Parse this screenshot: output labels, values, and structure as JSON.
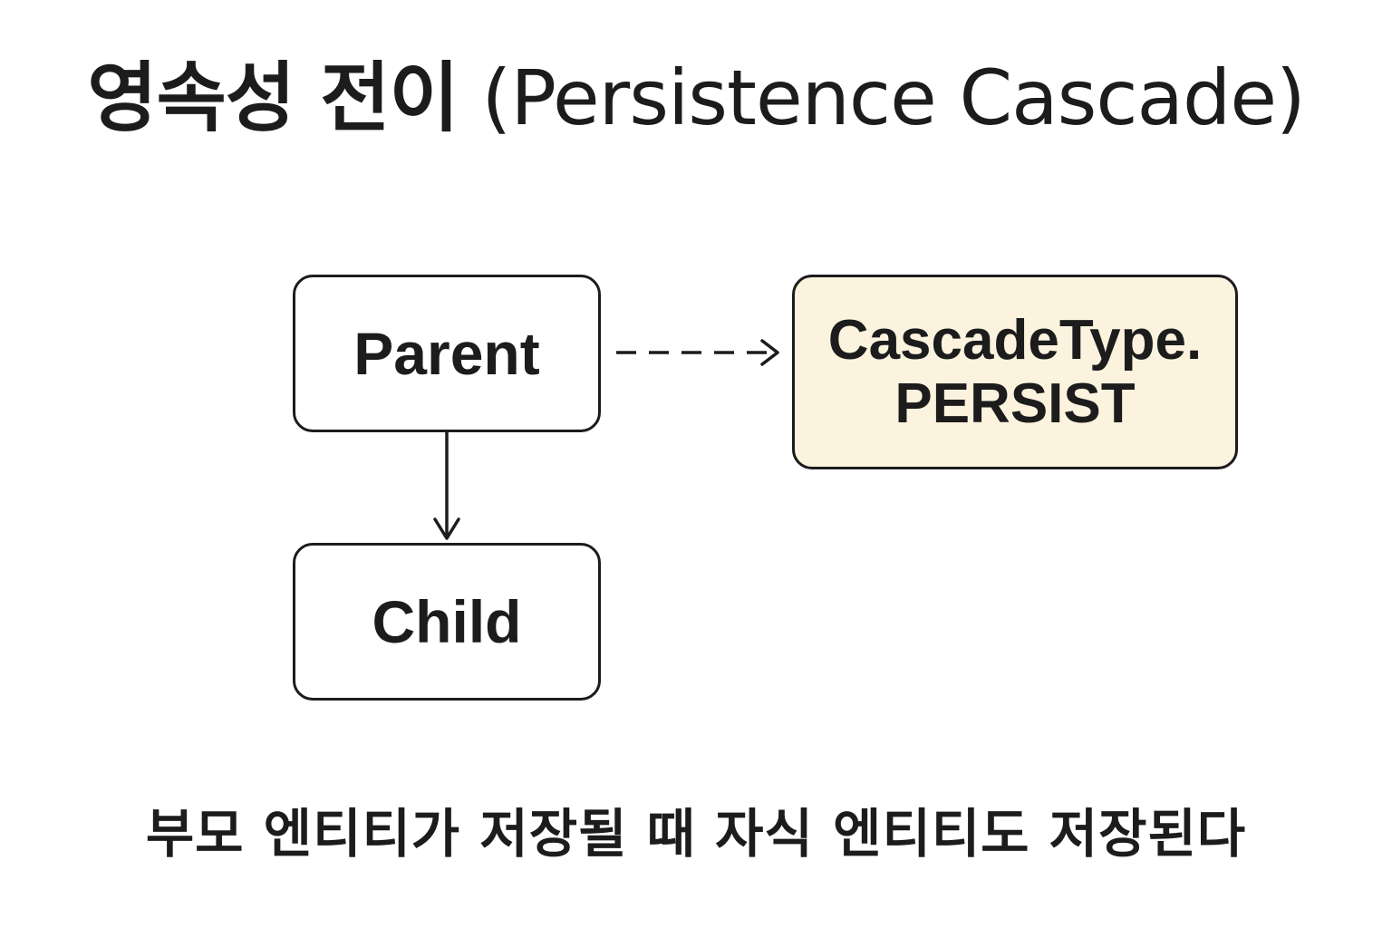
{
  "title": {
    "korean": "영속성 전이",
    "english": "(Persistence Cascade)"
  },
  "nodes": {
    "parent": "Parent",
    "child": "Child",
    "cascade_line1": "CascadeType.",
    "cascade_line2": "PERSIST"
  },
  "edges": [
    {
      "from": "parent",
      "to": "child",
      "style": "solid"
    },
    {
      "from": "parent",
      "to": "cascade",
      "style": "dashed"
    }
  ],
  "caption": "부모 엔티티가 저장될 때 자식 엔티티도 저장된다",
  "colors": {
    "cascade_fill": "#fcf3df",
    "stroke": "#1c1c1c"
  }
}
